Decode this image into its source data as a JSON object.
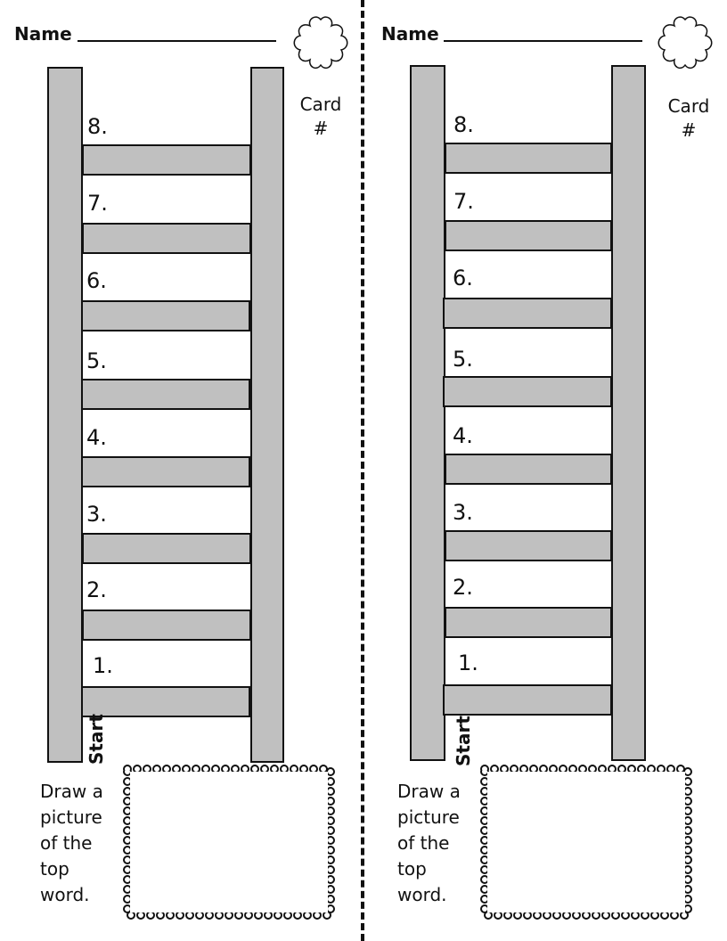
{
  "cards": [
    {
      "name_label": "Name",
      "card_label": "Card",
      "card_hash": "#",
      "steps": [
        "8.",
        "7.",
        "6.",
        "5.",
        "4.",
        "3.",
        "2.",
        "1."
      ],
      "start_label": "Start",
      "instruction": "Draw a\npicture\nof the\ntop\nword."
    },
    {
      "name_label": "Name",
      "card_label": "Card",
      "card_hash": "#",
      "steps": [
        "8.",
        "7.",
        "6.",
        "5.",
        "4.",
        "3.",
        "2.",
        "1."
      ],
      "start_label": "Start",
      "instruction": "Draw a\npicture\nof the\ntop\nword."
    }
  ],
  "colors": {
    "ink": "#111111",
    "rail_fill": "#c0c0c0",
    "paper": "#ffffff"
  },
  "icons": {
    "card_badge": "flower-badge-icon",
    "picture_frame": "scalloped-frame-icon"
  }
}
